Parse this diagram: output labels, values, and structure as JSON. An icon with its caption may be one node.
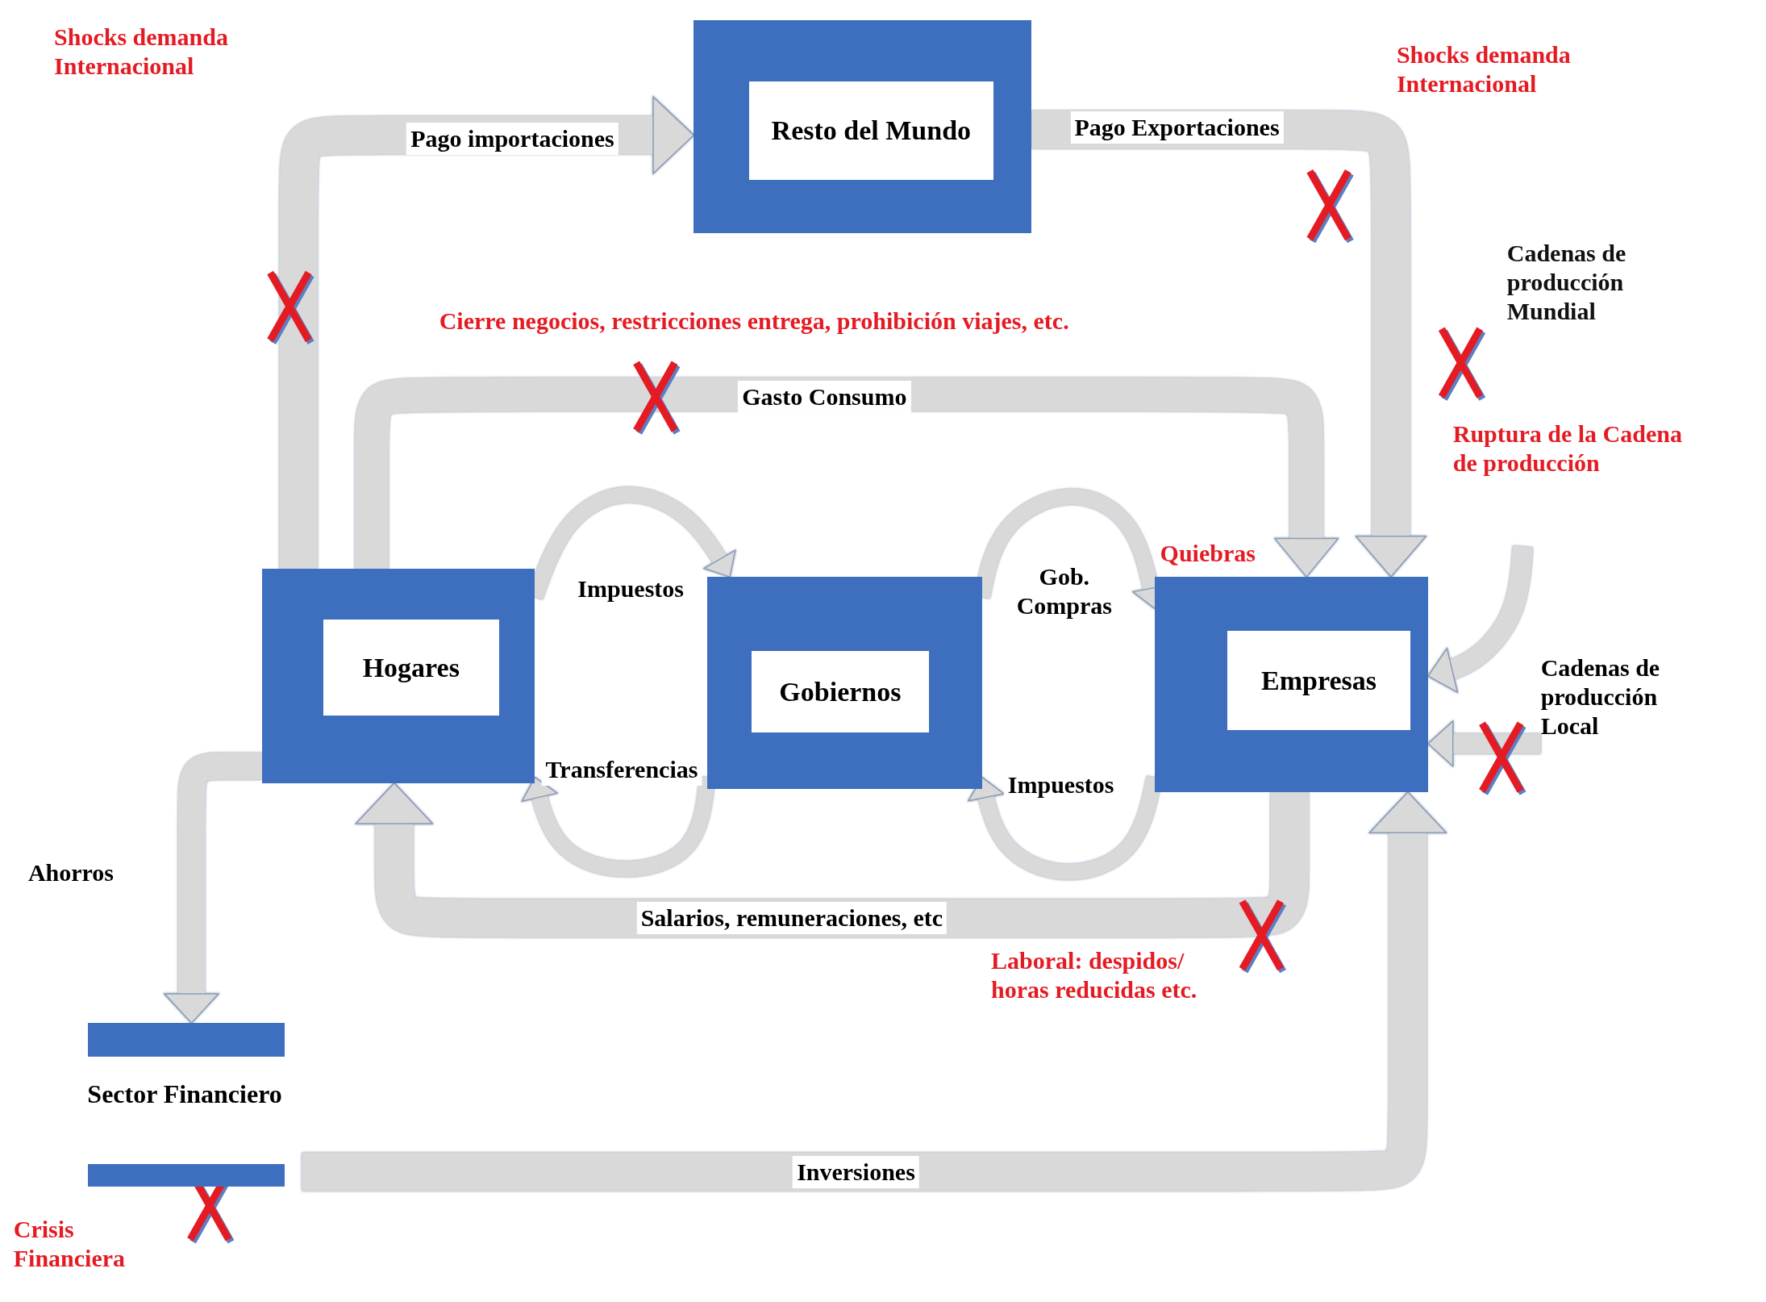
{
  "diagram": {
    "nodes": [
      {
        "text": [
          "Resto del Mundo"
        ]
      },
      {
        "text": [
          "Hogares"
        ]
      },
      {
        "text": [
          "Gobiernos"
        ]
      },
      {
        "text": [
          "Empresas"
        ]
      },
      {
        "text": [
          "Sector Financiero"
        ]
      },
      {
        "text": [
          "Cadenas de producción Local"
        ]
      }
    ],
    "edges": [
      {
        "from": 1,
        "to": 0,
        "arrow": "to",
        "label": "Pago importaciones"
      },
      {
        "from": 0,
        "to": 3,
        "arrow": "to",
        "label": "Pago Exportaciones"
      },
      {
        "from": 1,
        "to": 3,
        "arrow": "to",
        "label": "Gasto Consumo"
      },
      {
        "from": 3,
        "to": 1,
        "arrow": "to",
        "label": "Salarios, remuneraciones, etc"
      },
      {
        "from": 1,
        "to": 4,
        "arrow": "to",
        "label": "Ahorros"
      },
      {
        "from": 4,
        "to": 3,
        "arrow": "to",
        "label": "Inversiones"
      },
      {
        "from": 1,
        "to": 2,
        "arrow": "to",
        "label": "Impuestos"
      },
      {
        "from": 2,
        "to": 1,
        "arrow": "to",
        "label": "Transferencias"
      },
      {
        "from": 2,
        "to": 3,
        "arrow": "to",
        "label": "Gob. Compras"
      },
      {
        "from": 3,
        "to": 2,
        "arrow": "to",
        "label": "Impuestos"
      },
      {
        "from": null,
        "to": 3,
        "arrow": "to"
      },
      {
        "from": 5,
        "to": 3,
        "arrow": "to"
      }
    ],
    "labels": [
      "Shocks demanda Internacional",
      "Shocks demanda Internacional",
      "Cadenas de producción Mundial",
      "Cierre negocios, restricciones entrega, prohibición viajes, etc.",
      "Ruptura de la Cadena de producción",
      "Quiebras",
      "Laboral: despidos/ horas reducidas etc.",
      "Crisis Financiera"
    ]
  }
}
